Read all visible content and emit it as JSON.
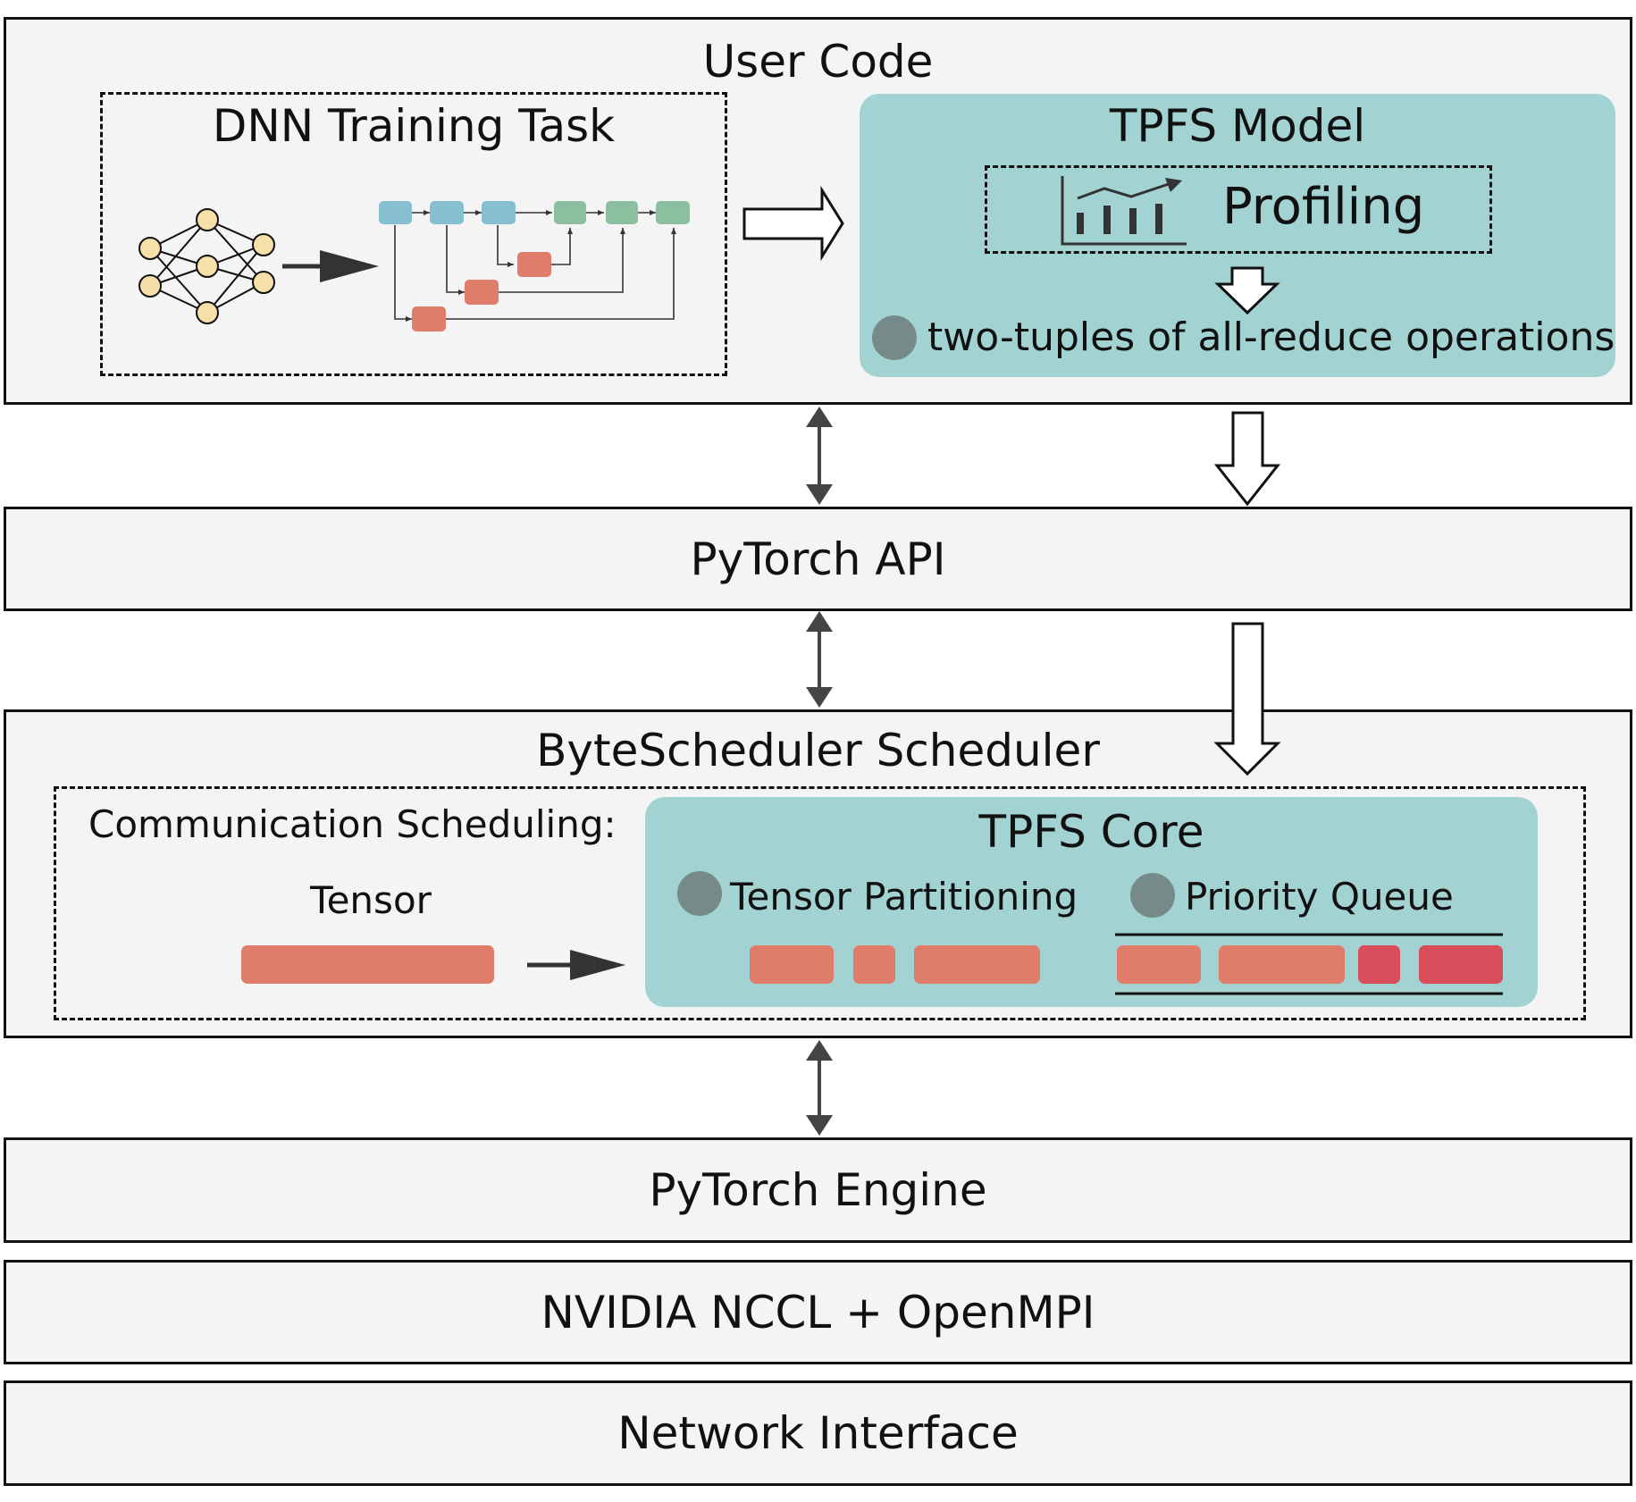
{
  "layers": {
    "user_code": "User Code",
    "pytorch_api": "PyTorch API",
    "bytescheduler": "ByteScheduler Scheduler",
    "pytorch_engine": "PyTorch Engine",
    "nccl": "NVIDIA NCCL + OpenMPI",
    "network": "Network Interface"
  },
  "user_code": {
    "dnn_task": "DNN Training Task",
    "tpfs_model": "TPFS Model",
    "profiling": "Profiling",
    "two_tuples": "two-tuples of all-reduce operations"
  },
  "scheduler": {
    "comm_scheduling": "Communication Scheduling:",
    "tensor": "Tensor",
    "tpfs_core": "TPFS Core",
    "tensor_partitioning": "Tensor Partitioning",
    "priority_queue": "Priority Queue"
  },
  "colors": {
    "layer_bg": "#f4f4f4",
    "teal": "#a2d2d2",
    "node_fill": "#f6dfa9",
    "block_blue": "#86bfd0",
    "block_green": "#8cbea0",
    "block_salmon": "#df7d6a",
    "block_red": "#d94c5a",
    "dot_gray": "#768a8a"
  }
}
